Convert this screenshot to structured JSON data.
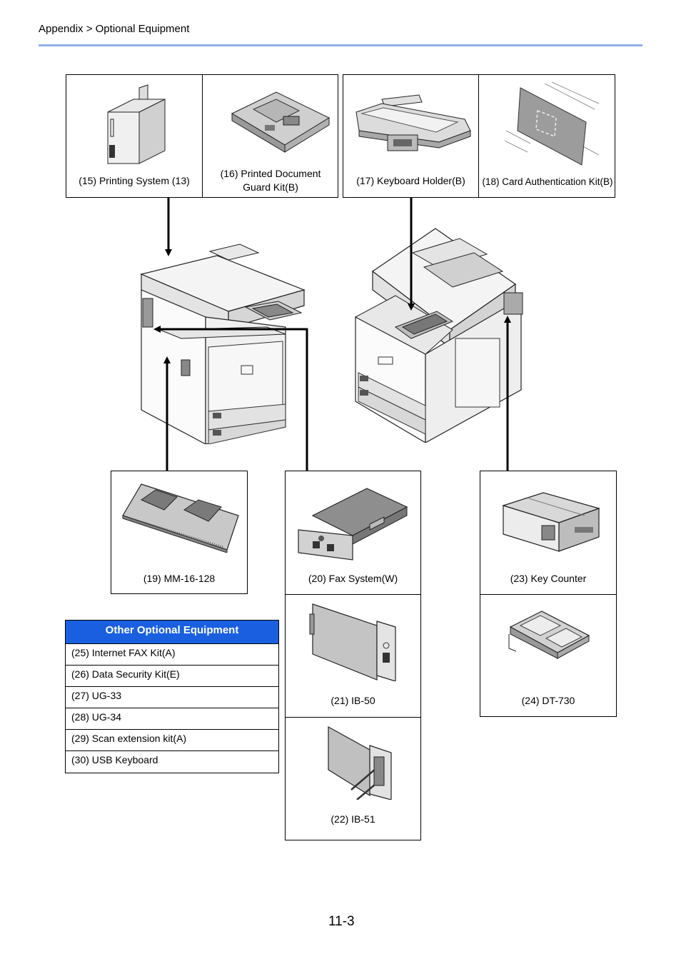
{
  "header": {
    "breadcrumb": "Appendix > Optional Equipment"
  },
  "items": {
    "printing_system": "(15) Printing System (13)",
    "printed_doc_guard_line1": "(16) Printed Document",
    "printed_doc_guard_line2": "Guard Kit(B)",
    "keyboard_holder": "(17) Keyboard Holder(B)",
    "card_auth": "(18) Card Authentication Kit(B)",
    "memory": "(19) MM-16-128",
    "fax_system": "(20) Fax System(W)",
    "ib50": "(21) IB-50",
    "ib51": "(22) IB-51",
    "key_counter": "(23) Key Counter",
    "dt730": "(24) DT-730"
  },
  "other_equipment": {
    "title": "Other Optional Equipment",
    "rows": [
      "(25) Internet FAX Kit(A)",
      "(26) Data Security Kit(E)",
      "(27) UG-33",
      "(28) UG-34",
      "(29) Scan extension kit(A)",
      "(30) USB Keyboard"
    ]
  },
  "footer": {
    "page_number": "11-3"
  }
}
